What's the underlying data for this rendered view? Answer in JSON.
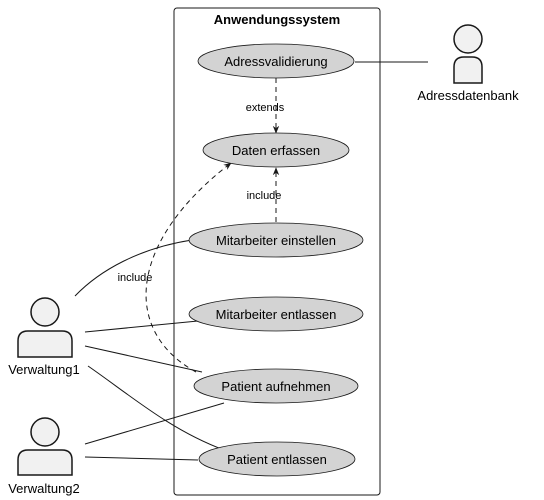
{
  "system": {
    "title": "Anwendungssystem"
  },
  "use_cases": {
    "adressvalidierung": "Adressvalidierung",
    "daten_erfassen": "Daten erfassen",
    "mitarbeiter_einstellen": "Mitarbeiter einstellen",
    "mitarbeiter_entlassen": "Mitarbeiter entlassen",
    "patient_aufnehmen": "Patient aufnehmen",
    "patient_entlassen": "Patient entlassen"
  },
  "actors": {
    "adressdatenbank": "Adressdatenbank",
    "verwaltung1": "Verwaltung1",
    "verwaltung2": "Verwaltung2"
  },
  "relations": {
    "extends_label": "extends",
    "include_label_1": "include",
    "include_label_2": "include"
  },
  "colors": {
    "use_case_fill": "#d3d3d3",
    "actor_fill": "#f1f1f1",
    "stroke": "#181818",
    "background": "#ffffff"
  }
}
